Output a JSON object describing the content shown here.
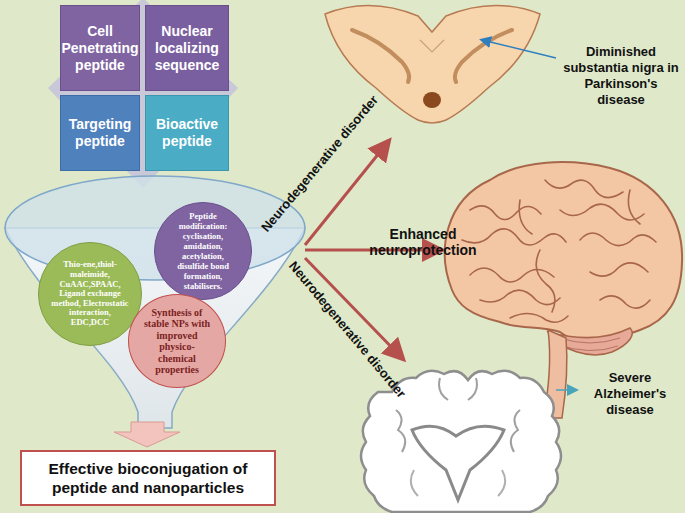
{
  "diagram": {
    "nodes": [
      {
        "text": [
          "Cell Penetrating peptide"
        ]
      },
      {
        "text": [
          "Nuclear localizing sequence"
        ]
      },
      {
        "text": [
          "Targeting peptide"
        ]
      },
      {
        "text": [
          "Bioactive peptide"
        ]
      },
      {
        "text": [
          "Peptide modification: cyclisation, amidation, acetylation, disulfide bond formation, stabilisers."
        ]
      },
      {
        "text": [
          "Thio-ene,thiol-maleimide, CuAAC,SPAAC, Ligand exchange method, Electrostatic interaction, EDC,DCC"
        ]
      },
      {
        "text": [
          "Synthesis of stable NPs with improved physico-chemical properties"
        ]
      },
      {
        "text": [
          "Effective bioconjugation of peptide and nanoparticles"
        ]
      }
    ],
    "labels": [
      "Neurodegenerative disorder",
      "Enhanced neuroprotection",
      "Neurodegenerative disorder",
      "Diminished substantia nigra in Parkinson's disease",
      "Severe Alzheimer's disease"
    ]
  }
}
